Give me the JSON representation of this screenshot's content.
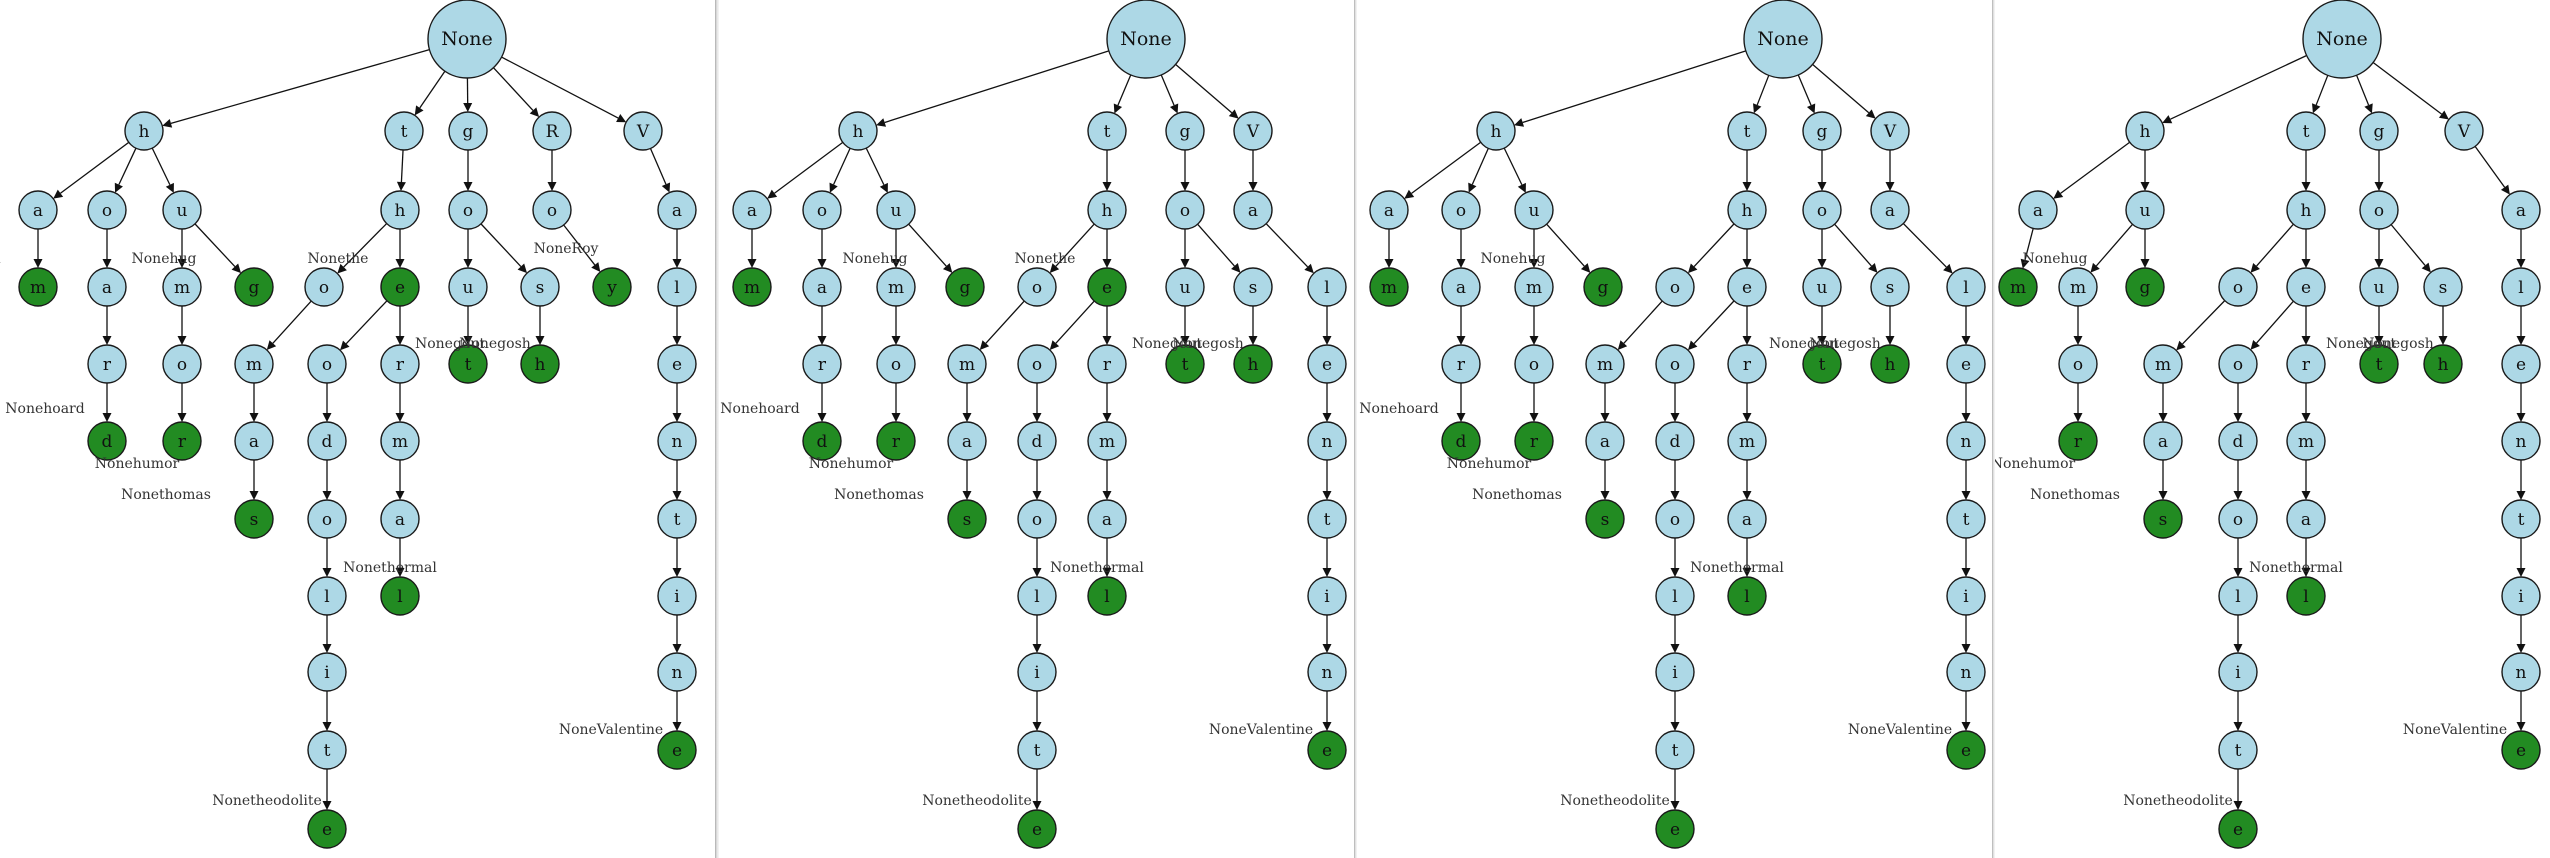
{
  "colors": {
    "internal_node": "#add8e6",
    "terminal_node": "#228b22"
  },
  "panels": [
    {
      "name": "trie-panel-1",
      "nodes": [
        {
          "id": "root",
          "label": "None"
        },
        {
          "id": "h",
          "label": "h"
        },
        {
          "id": "t",
          "label": "t"
        },
        {
          "id": "g",
          "label": "g"
        },
        {
          "id": "R",
          "label": "R"
        },
        {
          "id": "V",
          "label": "V"
        },
        {
          "id": "ha",
          "label": "a"
        },
        {
          "id": "ho",
          "label": "o"
        },
        {
          "id": "hu",
          "label": "u"
        },
        {
          "id": "ham",
          "label": "m",
          "terminal": true
        },
        {
          "id": "hoa",
          "label": "a"
        },
        {
          "id": "hoar",
          "label": "r"
        },
        {
          "id": "hoard",
          "label": "d",
          "terminal": true
        },
        {
          "id": "hum",
          "label": "m"
        },
        {
          "id": "humo",
          "label": "o"
        },
        {
          "id": "humor",
          "label": "r",
          "terminal": true
        },
        {
          "id": "hug",
          "label": "g",
          "terminal": true
        },
        {
          "id": "th",
          "label": "h"
        },
        {
          "id": "tho",
          "label": "o"
        },
        {
          "id": "the",
          "label": "e",
          "terminal": true
        },
        {
          "id": "thom",
          "label": "m"
        },
        {
          "id": "thoma",
          "label": "a"
        },
        {
          "id": "thomas",
          "label": "s",
          "terminal": true
        },
        {
          "id": "theo",
          "label": "o"
        },
        {
          "id": "theod",
          "label": "d"
        },
        {
          "id": "theodo",
          "label": "o"
        },
        {
          "id": "theodol",
          "label": "l"
        },
        {
          "id": "theodoli",
          "label": "i"
        },
        {
          "id": "theodolit",
          "label": "t"
        },
        {
          "id": "theodolite",
          "label": "e",
          "terminal": true
        },
        {
          "id": "ther",
          "label": "r"
        },
        {
          "id": "therm",
          "label": "m"
        },
        {
          "id": "therma",
          "label": "a"
        },
        {
          "id": "thermal",
          "label": "l",
          "terminal": true
        },
        {
          "id": "go",
          "label": "o"
        },
        {
          "id": "gou",
          "label": "u"
        },
        {
          "id": "gout",
          "label": "t",
          "terminal": true
        },
        {
          "id": "gos",
          "label": "s"
        },
        {
          "id": "gosh",
          "label": "h",
          "terminal": true
        },
        {
          "id": "Ro",
          "label": "o"
        },
        {
          "id": "Roy",
          "label": "y",
          "terminal": true
        },
        {
          "id": "Va",
          "label": "a"
        },
        {
          "id": "Val",
          "label": "l"
        },
        {
          "id": "Vale",
          "label": "e"
        },
        {
          "id": "Valen",
          "label": "n"
        },
        {
          "id": "Valent",
          "label": "t"
        },
        {
          "id": "Valenti",
          "label": "i"
        },
        {
          "id": "Valentin",
          "label": "n"
        },
        {
          "id": "Valentine",
          "label": "e",
          "terminal": true
        }
      ],
      "labels": [
        {
          "text": "m",
          "at": "ham"
        },
        {
          "text": "Nonehoard",
          "at": "hoard"
        },
        {
          "text": "Nonehumor",
          "at": "humor"
        },
        {
          "text": "Nonehug",
          "at": "hug"
        },
        {
          "text": "Nonethe",
          "at": "the"
        },
        {
          "text": "Nonethomas",
          "at": "thomas"
        },
        {
          "text": "Nonetheodolite",
          "at": "theodolite"
        },
        {
          "text": "Nonethermal",
          "at": "thermal"
        },
        {
          "text": "Nonegout",
          "at": "gout"
        },
        {
          "text": "Nonegosh",
          "at": "gosh"
        },
        {
          "text": "NoneRoy",
          "at": "Roy"
        },
        {
          "text": "NoneValentine",
          "at": "Valentine"
        }
      ]
    },
    {
      "name": "trie-panel-2",
      "nodes": [
        {
          "id": "root",
          "label": "None"
        },
        {
          "id": "h",
          "label": "h"
        },
        {
          "id": "t",
          "label": "t"
        },
        {
          "id": "g",
          "label": "g"
        },
        {
          "id": "V",
          "label": "V"
        },
        {
          "id": "ha",
          "label": "a"
        },
        {
          "id": "ho",
          "label": "o"
        },
        {
          "id": "hu",
          "label": "u"
        },
        {
          "id": "ham",
          "label": "m",
          "terminal": true
        },
        {
          "id": "hoa",
          "label": "a"
        },
        {
          "id": "hoar",
          "label": "r"
        },
        {
          "id": "hoard",
          "label": "d",
          "terminal": true
        },
        {
          "id": "hum",
          "label": "m"
        },
        {
          "id": "humo",
          "label": "o"
        },
        {
          "id": "humor",
          "label": "r",
          "terminal": true
        },
        {
          "id": "hug",
          "label": "g",
          "terminal": true
        },
        {
          "id": "th",
          "label": "h"
        },
        {
          "id": "tho",
          "label": "o"
        },
        {
          "id": "the",
          "label": "e",
          "terminal": true
        },
        {
          "id": "thom",
          "label": "m"
        },
        {
          "id": "thoma",
          "label": "a"
        },
        {
          "id": "thomas",
          "label": "s",
          "terminal": true
        },
        {
          "id": "theo",
          "label": "o"
        },
        {
          "id": "theod",
          "label": "d"
        },
        {
          "id": "theodo",
          "label": "o"
        },
        {
          "id": "theodol",
          "label": "l"
        },
        {
          "id": "theodoli",
          "label": "i"
        },
        {
          "id": "theodolit",
          "label": "t"
        },
        {
          "id": "theodolite",
          "label": "e",
          "terminal": true
        },
        {
          "id": "ther",
          "label": "r"
        },
        {
          "id": "therm",
          "label": "m"
        },
        {
          "id": "therma",
          "label": "a"
        },
        {
          "id": "thermal",
          "label": "l",
          "terminal": true
        },
        {
          "id": "go",
          "label": "o"
        },
        {
          "id": "gou",
          "label": "u"
        },
        {
          "id": "gout",
          "label": "t",
          "terminal": true
        },
        {
          "id": "gos",
          "label": "s"
        },
        {
          "id": "gosh",
          "label": "h",
          "terminal": true
        },
        {
          "id": "Va",
          "label": "a"
        },
        {
          "id": "Val",
          "label": "l"
        },
        {
          "id": "Vale",
          "label": "e"
        },
        {
          "id": "Valen",
          "label": "n"
        },
        {
          "id": "Valent",
          "label": "t"
        },
        {
          "id": "Valenti",
          "label": "i"
        },
        {
          "id": "Valentin",
          "label": "n"
        },
        {
          "id": "Valentine",
          "label": "e",
          "terminal": true
        }
      ],
      "labels": [
        {
          "text": "m",
          "at": "ham"
        },
        {
          "text": "Nonehoard",
          "at": "hoard"
        },
        {
          "text": "Nonehumor",
          "at": "humor"
        },
        {
          "text": "Nonehug",
          "at": "hug"
        },
        {
          "text": "Nonethe",
          "at": "the"
        },
        {
          "text": "Nonethomas",
          "at": "thomas"
        },
        {
          "text": "Nonetheodolite",
          "at": "theodolite"
        },
        {
          "text": "Nonethermal",
          "at": "thermal"
        },
        {
          "text": "Nonegout",
          "at": "gout"
        },
        {
          "text": "Nonegosh",
          "at": "gosh"
        },
        {
          "text": "NoneValentine",
          "at": "Valentine"
        }
      ]
    },
    {
      "name": "trie-panel-3",
      "nodes": [
        {
          "id": "root",
          "label": "None"
        },
        {
          "id": "h",
          "label": "h"
        },
        {
          "id": "t",
          "label": "t"
        },
        {
          "id": "g",
          "label": "g"
        },
        {
          "id": "V",
          "label": "V"
        },
        {
          "id": "ha",
          "label": "a"
        },
        {
          "id": "ho",
          "label": "o"
        },
        {
          "id": "hu",
          "label": "u"
        },
        {
          "id": "ham",
          "label": "m",
          "terminal": true
        },
        {
          "id": "hoa",
          "label": "a"
        },
        {
          "id": "hoar",
          "label": "r"
        },
        {
          "id": "hoard",
          "label": "d",
          "terminal": true
        },
        {
          "id": "hum",
          "label": "m"
        },
        {
          "id": "humo",
          "label": "o"
        },
        {
          "id": "humor",
          "label": "r",
          "terminal": true
        },
        {
          "id": "hug",
          "label": "g",
          "terminal": true
        },
        {
          "id": "th",
          "label": "h"
        },
        {
          "id": "tho",
          "label": "o"
        },
        {
          "id": "the",
          "label": "e"
        },
        {
          "id": "thom",
          "label": "m"
        },
        {
          "id": "thoma",
          "label": "a"
        },
        {
          "id": "thomas",
          "label": "s",
          "terminal": true
        },
        {
          "id": "theo",
          "label": "o"
        },
        {
          "id": "theod",
          "label": "d"
        },
        {
          "id": "theodo",
          "label": "o"
        },
        {
          "id": "theodol",
          "label": "l"
        },
        {
          "id": "theodoli",
          "label": "i"
        },
        {
          "id": "theodolit",
          "label": "t"
        },
        {
          "id": "theodolite",
          "label": "e",
          "terminal": true
        },
        {
          "id": "ther",
          "label": "r"
        },
        {
          "id": "therm",
          "label": "m"
        },
        {
          "id": "therma",
          "label": "a"
        },
        {
          "id": "thermal",
          "label": "l",
          "terminal": true
        },
        {
          "id": "go",
          "label": "o"
        },
        {
          "id": "gou",
          "label": "u"
        },
        {
          "id": "gout",
          "label": "t",
          "terminal": true
        },
        {
          "id": "gos",
          "label": "s"
        },
        {
          "id": "gosh",
          "label": "h",
          "terminal": true
        },
        {
          "id": "Va",
          "label": "a"
        },
        {
          "id": "Val",
          "label": "l"
        },
        {
          "id": "Vale",
          "label": "e"
        },
        {
          "id": "Valen",
          "label": "n"
        },
        {
          "id": "Valent",
          "label": "t"
        },
        {
          "id": "Valenti",
          "label": "i"
        },
        {
          "id": "Valentin",
          "label": "n"
        },
        {
          "id": "Valentine",
          "label": "e",
          "terminal": true
        }
      ],
      "labels": [
        {
          "text": "m",
          "at": "ham"
        },
        {
          "text": "Nonehoard",
          "at": "hoard"
        },
        {
          "text": "Nonehumor",
          "at": "humor"
        },
        {
          "text": "Nonehug",
          "at": "hug"
        },
        {
          "text": "Nonethomas",
          "at": "thomas"
        },
        {
          "text": "Nonetheodolite",
          "at": "theodolite"
        },
        {
          "text": "Nonethermal",
          "at": "thermal"
        },
        {
          "text": "Nonegout",
          "at": "gout"
        },
        {
          "text": "Nonegosh",
          "at": "gosh"
        },
        {
          "text": "NoneValentine",
          "at": "Valentine"
        }
      ]
    },
    {
      "name": "trie-panel-4",
      "nodes": [
        {
          "id": "root",
          "label": "None"
        },
        {
          "id": "h",
          "label": "h"
        },
        {
          "id": "t",
          "label": "t"
        },
        {
          "id": "g",
          "label": "g"
        },
        {
          "id": "V",
          "label": "V"
        },
        {
          "id": "ha",
          "label": "a"
        },
        {
          "id": "hu",
          "label": "u"
        },
        {
          "id": "ham",
          "label": "m",
          "terminal": true
        },
        {
          "id": "hum",
          "label": "m"
        },
        {
          "id": "humo",
          "label": "o"
        },
        {
          "id": "humor",
          "label": "r",
          "terminal": true
        },
        {
          "id": "hug",
          "label": "g",
          "terminal": true
        },
        {
          "id": "th",
          "label": "h"
        },
        {
          "id": "tho",
          "label": "o"
        },
        {
          "id": "the",
          "label": "e"
        },
        {
          "id": "thom",
          "label": "m"
        },
        {
          "id": "thoma",
          "label": "a"
        },
        {
          "id": "thomas",
          "label": "s",
          "terminal": true
        },
        {
          "id": "theo",
          "label": "o"
        },
        {
          "id": "theod",
          "label": "d"
        },
        {
          "id": "theodo",
          "label": "o"
        },
        {
          "id": "theodol",
          "label": "l"
        },
        {
          "id": "theodoli",
          "label": "i"
        },
        {
          "id": "theodolit",
          "label": "t"
        },
        {
          "id": "theodolite",
          "label": "e",
          "terminal": true
        },
        {
          "id": "ther",
          "label": "r"
        },
        {
          "id": "therm",
          "label": "m"
        },
        {
          "id": "therma",
          "label": "a"
        },
        {
          "id": "thermal",
          "label": "l",
          "terminal": true
        },
        {
          "id": "go",
          "label": "o"
        },
        {
          "id": "gou",
          "label": "u"
        },
        {
          "id": "gout",
          "label": "t",
          "terminal": true
        },
        {
          "id": "gos",
          "label": "s"
        },
        {
          "id": "gosh",
          "label": "h",
          "terminal": true
        },
        {
          "id": "Va",
          "label": "a"
        },
        {
          "id": "Val",
          "label": "l"
        },
        {
          "id": "Vale",
          "label": "e"
        },
        {
          "id": "Valen",
          "label": "n"
        },
        {
          "id": "Valent",
          "label": "t"
        },
        {
          "id": "Valenti",
          "label": "i"
        },
        {
          "id": "Valentin",
          "label": "n"
        },
        {
          "id": "Valentine",
          "label": "e",
          "terminal": true
        }
      ],
      "labels": [
        {
          "text": "Nonehumor",
          "at": "humor"
        },
        {
          "text": "Nonehug",
          "at": "hug"
        },
        {
          "text": "Nonethomas",
          "at": "thomas"
        },
        {
          "text": "Nonetheodolite",
          "at": "theodolite"
        },
        {
          "text": "Nonethermal",
          "at": "thermal"
        },
        {
          "text": "Nonegout",
          "at": "gout"
        },
        {
          "text": "Nonegosh",
          "at": "gosh"
        },
        {
          "text": "NoneValentine",
          "at": "Valentine"
        }
      ]
    }
  ]
}
